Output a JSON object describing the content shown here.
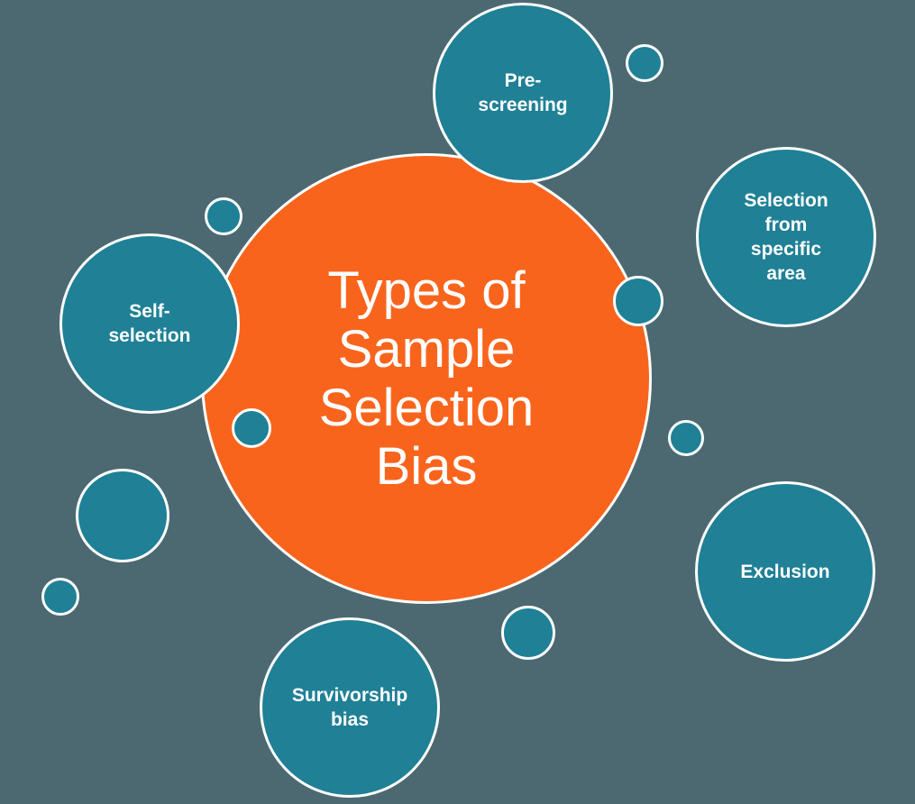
{
  "diagram": {
    "title": "Types of Sample Selection Bias",
    "center": {
      "label": "Types of\nSample\nSelection\nBias"
    },
    "satellites": [
      {
        "id": "pre-screening",
        "label": "Pre-\nscreening"
      },
      {
        "id": "selection-from-specific-area",
        "label": "Selection\nfrom\nspecific\narea"
      },
      {
        "id": "self-selection",
        "label": "Self-\nselection"
      },
      {
        "id": "exclusion",
        "label": "Exclusion"
      },
      {
        "id": "survivorship-bias",
        "label": "Survivorship\nbias"
      }
    ],
    "decorative_bubbles": 8,
    "colors": {
      "background": "#4C6972",
      "teal_circle": "#1F8096",
      "orange_circle": "#F9641D",
      "circle_border": "#FFFFFF",
      "text": "#FFFFFF"
    }
  }
}
